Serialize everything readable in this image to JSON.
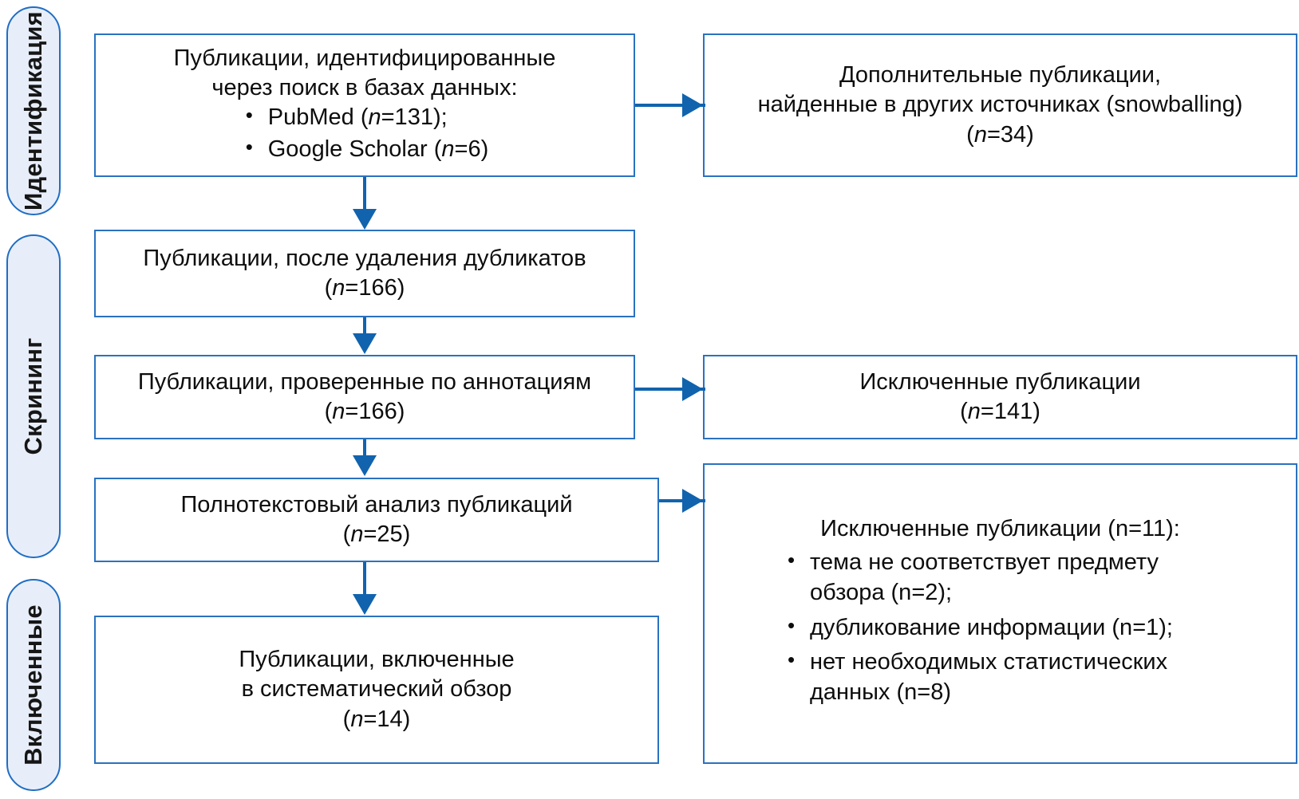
{
  "diagram": {
    "title": "PRISMA flow diagram",
    "accent_color": "#2a72c0",
    "connector_color": "#1163ae",
    "pill_fill": "#e8eef9",
    "box_fill": "#ffffff"
  },
  "stages": [
    {
      "id": "identification",
      "label": "Идентификация"
    },
    {
      "id": "screening",
      "label": "Скрининг"
    },
    {
      "id": "included",
      "label": "Включенные"
    }
  ],
  "boxes": {
    "identified": {
      "line1": "Публикации, идентифицированные",
      "line2": "через поиск в базах данных:",
      "bullets": [
        {
          "text": "PubMed (",
          "n_label": "n",
          "n_value": "=131);"
        },
        {
          "text": "Google Scholar (",
          "n_label": "n",
          "n_value": "=6)"
        }
      ]
    },
    "additional": {
      "line1": "Дополнительные публикации,",
      "line2": "найденные в других источниках (snowballing)",
      "count_open": "(",
      "n_label": "n",
      "count_value": "=34)"
    },
    "deduplicated": {
      "line1": "Публикации, после удаления дубликатов",
      "count_open": "(",
      "n_label": "n",
      "count_value": "=166)"
    },
    "abstract_screened": {
      "line1": "Публикации, проверенные по аннотациям",
      "count_open": "(",
      "n_label": "n",
      "count_value": "=166)"
    },
    "excluded_abstract": {
      "line1": "Исключенные публикации",
      "count_open": "(",
      "n_label": "n",
      "count_value": "=141)"
    },
    "fulltext": {
      "line1": "Полнотекстовый анализ публикаций",
      "count_open": "(",
      "n_label": "n",
      "count_value": "=25)"
    },
    "excluded_fulltext": {
      "heading_prefix": "Исключенные публикации (",
      "heading_n": "n",
      "heading_suffix": "=11):",
      "reasons": [
        {
          "text": "тема не соответствует предмету обзора (",
          "n_label": "n",
          "n_value": "=2);"
        },
        {
          "text": "дубликование информации (",
          "n_label": "n",
          "n_value": "=1);"
        },
        {
          "text": "нет необходимых статистических данных (",
          "n_label": "n",
          "n_value": "=8)"
        }
      ]
    },
    "included_final": {
      "line1": "Публикации, включенные",
      "line2": "в систематический обзор",
      "count_open": "(",
      "n_label": "n",
      "count_value": "=14)"
    }
  },
  "connectors": [
    {
      "id": "identified-to-additional",
      "type": "horizontal-arrow"
    },
    {
      "id": "identified-to-deduplicated",
      "type": "vertical-arrow"
    },
    {
      "id": "deduplicated-to-abstract",
      "type": "vertical-arrow"
    },
    {
      "id": "abstract-to-excluded",
      "type": "horizontal-arrow"
    },
    {
      "id": "abstract-to-fulltext",
      "type": "vertical-arrow"
    },
    {
      "id": "fulltext-to-excluded",
      "type": "horizontal-arrow"
    },
    {
      "id": "fulltext-to-included",
      "type": "vertical-arrow"
    }
  ]
}
